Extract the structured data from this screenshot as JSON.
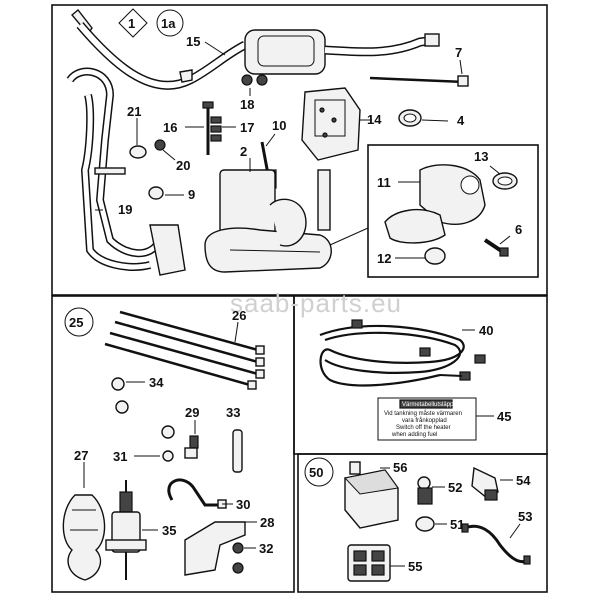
{
  "watermark": "saab-parts.eu",
  "section_a": {
    "kit_label": "1",
    "kit_label_alt": "1a",
    "callouts": {
      "p2": "2",
      "p4": "4",
      "p6": "6",
      "p7": "7",
      "p9": "9",
      "p10": "10",
      "p11": "11",
      "p12": "12",
      "p13": "13",
      "p14": "14",
      "p15": "15",
      "p16": "16",
      "p17": "17",
      "p18": "18",
      "p19": "19",
      "p20": "20",
      "p21": "21"
    }
  },
  "section_b": {
    "kit_label": "25",
    "callouts": {
      "p26": "26",
      "p27": "27",
      "p28": "28",
      "p29": "29",
      "p30": "30",
      "p31": "31",
      "p32": "32",
      "p33": "33",
      "p34": "34",
      "p35": "35",
      "p40": "40",
      "p45": "45"
    },
    "warning_label": {
      "title": "Värmetabellutsläpp",
      "line1": "Vid tankning måste värmaren",
      "line2": "vara frånkopplad",
      "line3": "Switch off the heater",
      "line4": "when adding fuel"
    }
  },
  "section_c": {
    "kit_label": "50",
    "callouts": {
      "p51": "51",
      "p52": "52",
      "p53": "53",
      "p54": "54",
      "p55": "55",
      "p56": "56"
    }
  }
}
